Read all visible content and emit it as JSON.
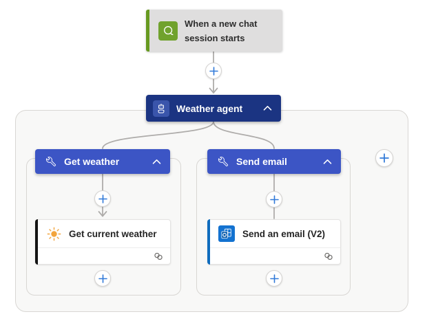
{
  "flow": {
    "trigger": {
      "title": "When a new chat session starts",
      "icon": "chat-icon"
    },
    "agent": {
      "title": "Weather agent",
      "icon": "robot-icon",
      "collapse_icon": "chevron-up-icon"
    },
    "branches": [
      {
        "title": "Get weather",
        "icon": "wrench-icon",
        "collapse_icon": "chevron-up-icon",
        "action": {
          "title": "Get current weather",
          "icon": "sun-icon",
          "footer_icon": "link-icon"
        }
      },
      {
        "title": "Send email",
        "icon": "wrench-icon",
        "collapse_icon": "chevron-up-icon",
        "action": {
          "title": "Send an email (V2)",
          "icon": "outlook-icon",
          "footer_icon": "link-icon"
        }
      }
    ],
    "add_buttons": {
      "icon": "plus-icon",
      "count": 6
    },
    "colors": {
      "agent_header": "#1b3482",
      "agent_icon": "#3a55ab",
      "branch_header": "#3c55c5",
      "trigger_bg": "#dfdede",
      "trigger_accent": "#679a21",
      "trigger_icon": "#70a22d",
      "weather_accent": "#141414",
      "email_accent": "#0f6cbd",
      "outlook_icon": "#1372d0",
      "sun": "#f2a43c",
      "plus": "#3079d8",
      "connector": "#aeacaa"
    }
  }
}
